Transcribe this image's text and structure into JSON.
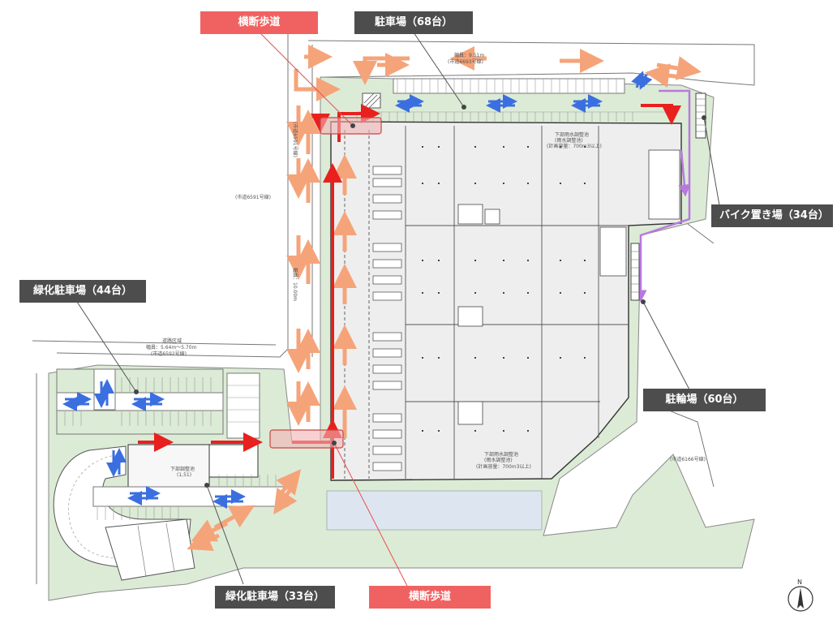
{
  "callouts": {
    "crosswalk_top": "横断歩道",
    "parking_68": "駐車場（68台）",
    "bike_34": "バイク置き場（34台）",
    "green_parking_44": "緑化駐車場（44台）",
    "bicycle_60": "駐輪場（60台）",
    "green_parking_33": "緑化駐車場（33台）",
    "crosswalk_bottom": "横断歩道"
  },
  "compass": {
    "north_label": "N"
  },
  "road_labels": {
    "road_north_width": "幅員：9.51m",
    "road_north_id": "(市道6693号線)",
    "road_west_id": "(市道6591号線)",
    "road_west_width": "幅員：10.00m",
    "road_mid_id": "(市道6591号線)",
    "road_south_name": "道路区域",
    "road_south_width": "幅員：5.64m〜5.70m",
    "road_south_id": "(市道6592号線)",
    "road_east_id": "(市道6166号線)"
  },
  "plan_labels": {
    "tank_north_1": "下部雨水調整池",
    "tank_north_2": "(雨水調整池)",
    "tank_north_3": "(計画容量：700m3以上)",
    "tank_south_1": "下部雨水調整池",
    "tank_south_2": "(雨水調整池)",
    "tank_south_3": "(計画容量：700m3以上)",
    "stair_label": "下部調整池",
    "stair_sub": "(1,51)"
  },
  "colors": {
    "orange_arrow": "#f5a47a",
    "red_arrow": "#e8201e",
    "blue_arrow": "#3b6fe0",
    "purple_path": "#b978e0",
    "green_area": "#dcebd6",
    "building_fill": "#eeeeee",
    "water_area": "#dde6f0",
    "crosswalk_box": "#f2b3b3",
    "dark_callout": "#4d4d4d",
    "red_callout": "#f06262"
  }
}
